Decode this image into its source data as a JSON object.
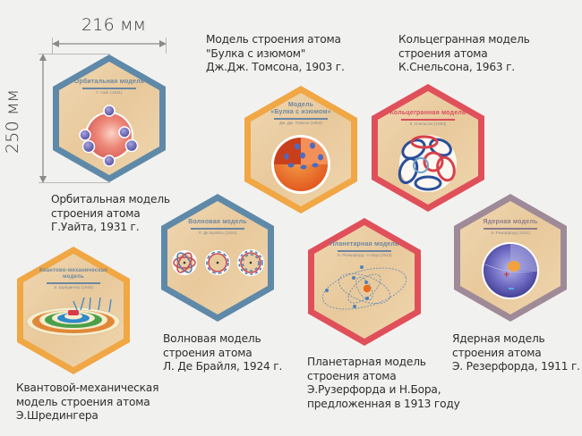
{
  "dimensions": {
    "width_label": "216 мм",
    "height_label": "250 мм"
  },
  "colors": {
    "background": "#f1f1f0",
    "wood": "#ebcfa6",
    "blue_frame": "#5f89a8",
    "orange_frame": "#f0a744",
    "red_frame": "#e0505a",
    "mauve_frame": "#9f8a98"
  },
  "models": [
    {
      "id": "orbital",
      "plate_title": "Орбитальная модель",
      "plate_subtitle": "Г. Уайт (1931)",
      "frame_color": "#5f89a8",
      "title_color": "#6d87a0",
      "caption": [
        "Орбитальная модель",
        "строения атома",
        "Г.Уайта, 1931 г."
      ]
    },
    {
      "id": "plum-pudding",
      "plate_title_line1": "Модель",
      "plate_title_line2": "«Булка с изюмом»",
      "plate_subtitle": "Дж. Дж. Томсон (1903)",
      "frame_color": "#f0a744",
      "title_color": "#6d87a0",
      "caption": [
        "Модель строения атома",
        "\"Булка с изюмом\"",
        "Дж.Дж. Томсона, 1903 г."
      ]
    },
    {
      "id": "ring",
      "plate_title": "Кольцегранная модель",
      "plate_subtitle": "К. Снельсон (1963)",
      "frame_color": "#e0505a",
      "title_color": "#d8505a",
      "caption": [
        "Кольцегранная модель",
        "строения атома",
        "К.Снельсона, 1963 г."
      ]
    },
    {
      "id": "wave",
      "plate_title": "Волновая модель",
      "plate_subtitle": "Л. Де Бройль (1924)",
      "frame_color": "#5f89a8",
      "title_color": "#6d87a0",
      "caption": [
        "Волновая модель",
        "строения атома",
        "Л. Де Брайля, 1924 г."
      ]
    },
    {
      "id": "quantum",
      "plate_title_line1": "Квантово-механическая",
      "plate_title_line2": "модель",
      "plate_subtitle": "Э. Шрёдингер (1926)",
      "frame_color": "#f0a744",
      "title_color": "#6d87a0",
      "caption": [
        "Квантовой-механическая",
        "модель строения атома",
        "Э.Шредингера"
      ]
    },
    {
      "id": "planetary",
      "plate_title": "Планетарная модель",
      "plate_subtitle": "Э. Резерфорд - Н.Бор (1913)",
      "frame_color": "#e0505a",
      "title_color": "#6d87a0",
      "caption": [
        "Планетарная модель",
        "строения атома",
        "Э.Рузерфорда и Н.Бора,",
        "предложенная в 1913 году"
      ]
    },
    {
      "id": "nuclear",
      "plate_title": "Ядерная модель",
      "plate_subtitle": "Э. Резерфорд (1911)",
      "frame_color": "#9f8a98",
      "title_color": "#8e7b89",
      "caption": [
        "Ядерная модель",
        "строения атома",
        "Э. Резерфорда, 1911 г."
      ]
    }
  ]
}
